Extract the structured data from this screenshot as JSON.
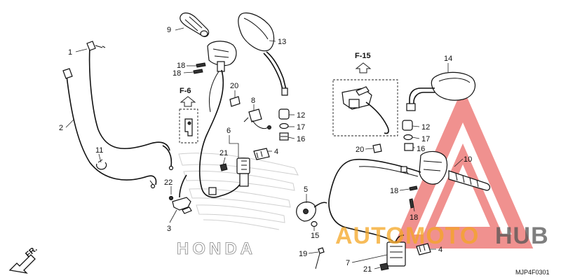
{
  "diagram_code": "MJP4F0301",
  "direction_label": "FR.",
  "brand": "HONDA",
  "watermark": {
    "brand_auto": "AUTO",
    "brand_moto": "MOTO",
    "brand_hub": "HUB",
    "color_red": "#e53935",
    "color_orange": "#f5a623",
    "color_dark": "#555555"
  },
  "refs": {
    "f6": "F-6",
    "f15": "F-15"
  },
  "labels": {
    "l1": "1",
    "l2": "2",
    "l3": "3",
    "l4a": "4",
    "l4b": "4",
    "l5": "5",
    "l6": "6",
    "l7": "7",
    "l8": "8",
    "l9": "9",
    "l10": "10",
    "l11": "11",
    "l12a": "12",
    "l12b": "12",
    "l13": "13",
    "l14": "14",
    "l15": "15",
    "l16a": "16",
    "l16b": "16",
    "l17a": "17",
    "l17b": "17",
    "l18a": "18",
    "l18b": "18",
    "l18c": "18",
    "l18d": "18",
    "l19": "19",
    "l20a": "20",
    "l20b": "20",
    "l21a": "21",
    "l21b": "21",
    "l22": "22"
  }
}
